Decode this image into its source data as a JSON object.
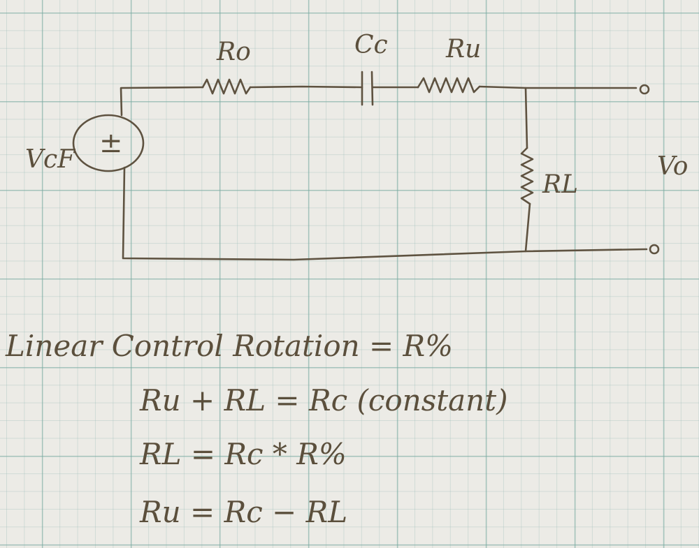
{
  "labels": {
    "r_o": "Ro",
    "c_c": "Cc",
    "r_u": "Ru",
    "r_l": "RL",
    "source_sign": "±",
    "v_cf": "VcF",
    "v_o": "Vo"
  },
  "equations": [
    "Linear Control Rotation = R%",
    "Ru + RL = Rc (constant)",
    "RL = Rc * R%",
    "Ru = Rc − RL"
  ],
  "colors": {
    "ink": "#5e5240",
    "grid_major": "#78aaa0",
    "paper": "#ecebe6"
  }
}
